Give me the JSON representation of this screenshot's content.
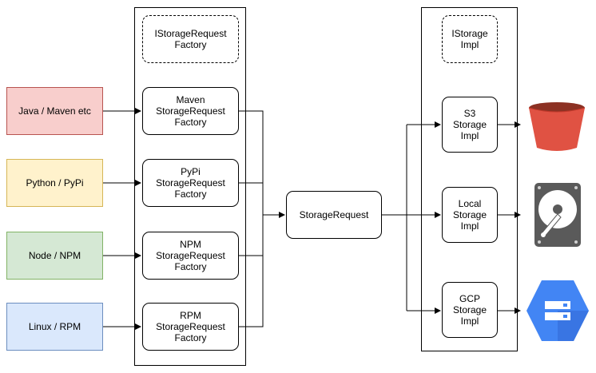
{
  "clients": [
    {
      "label": "Java / Maven etc",
      "fill": "#f8cecc",
      "stroke": "#b85450"
    },
    {
      "label": "Python / PyPi",
      "fill": "#fff2cc",
      "stroke": "#d6b656"
    },
    {
      "label": "Node / NPM",
      "fill": "#d5e8d4",
      "stroke": "#82b366"
    },
    {
      "label": "Linux / RPM",
      "fill": "#dae8fc",
      "stroke": "#6c8ebf"
    }
  ],
  "factory_interface": "IStorageRequest\nFactory",
  "factories": [
    "Maven\nStorageRequest\nFactory",
    "PyPi\nStorageRequest\nFactory",
    "NPM\nStorageRequest\nFactory",
    "RPM\nStorageRequest\nFactory"
  ],
  "storage_request": "StorageRequest",
  "storage_interface": "IStorage\nImpl",
  "storages": [
    "S3\nStorage\nImpl",
    "Local\nStorage\nImpl",
    "GCP\nStorage\nImpl"
  ],
  "icons": {
    "s3": "s3-bucket-icon",
    "local": "hard-drive-icon",
    "gcp": "google-cloud-storage-icon"
  },
  "colors": {
    "s3_red": "#e05243",
    "s3_dark": "#8c3123",
    "disk_gray": "#5a5a5a",
    "gcp_blue": "#4285f4"
  }
}
